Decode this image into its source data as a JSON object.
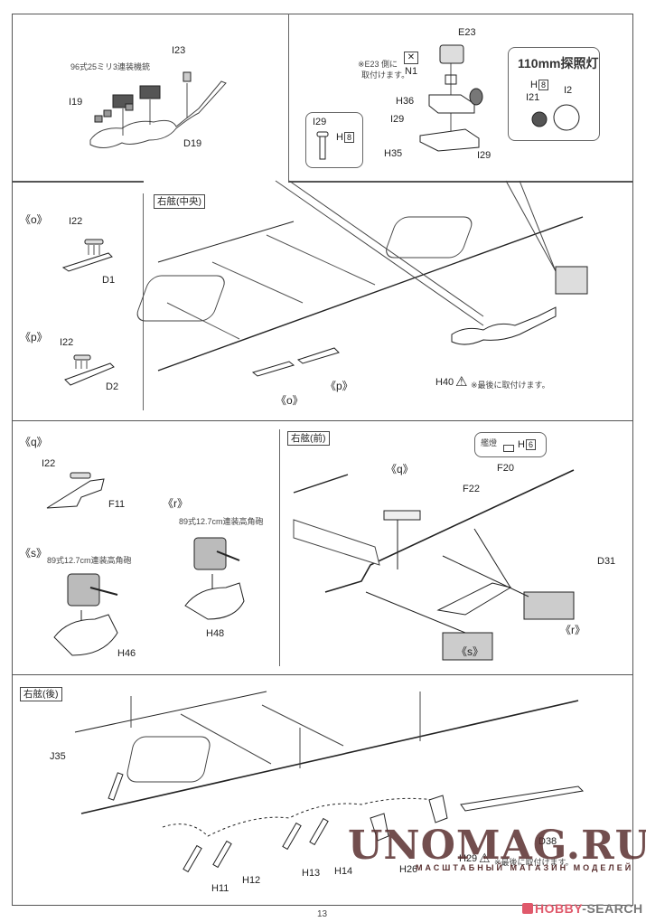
{
  "page": {
    "page_number": "13",
    "background": "#ffffff",
    "line_color": "#555555"
  },
  "top_left": {
    "gun_caption": "96式25ミリ3連装機銃",
    "parts": {
      "i23": "I23",
      "i19": "I19",
      "d19": "D19"
    }
  },
  "top_right": {
    "note_line1": "※E23 側に",
    "note_line2": "取付けます。",
    "parts": {
      "e23": "E23",
      "n1": "N1",
      "h36": "H36",
      "i29_a": "I29",
      "i29_b": "I29",
      "h35": "H35"
    },
    "inset_i29": {
      "part": "I29",
      "sprue": "H",
      "sprue_num": "8"
    },
    "searchlight": {
      "title": "110mm探照灯",
      "sprue": "H",
      "sprue_num": "8",
      "i21": "I21",
      "i2": "I2"
    }
  },
  "mid_section": {
    "step_o": "《o》",
    "step_p": "《p》",
    "o_parts": {
      "i22": "I22",
      "d1": "D1"
    },
    "p_parts": {
      "i22": "I22",
      "d2": "D2"
    },
    "view_tag": "右舷(中央)",
    "callout_o": "《o》",
    "callout_p": "《p》",
    "h40": "H40",
    "h40_note": "※最後に取付けます。"
  },
  "fore_section": {
    "step_q": "《q》",
    "q_parts": {
      "i22": "I22",
      "f11": "F11"
    },
    "step_r": "《r》",
    "r_caption": "89式12.7cm連装高角砲",
    "r_part": "H48",
    "step_s": "《s》",
    "s_caption": "89式12.7cm連装高角砲",
    "s_part": "H46",
    "view_tag": "右舷(前)",
    "ensign_box": {
      "label": "艦燈",
      "sprue": "H",
      "sprue_num": "6"
    },
    "callout_q": "《q》",
    "f20": "F20",
    "f22": "F22",
    "d31": "D31",
    "callout_r": "《r》",
    "callout_s": "《s》"
  },
  "aft_section": {
    "view_tag": "右舷(後)",
    "parts": {
      "j35": "J35",
      "h11": "H11",
      "h12": "H12",
      "h13": "H13",
      "h14": "H14",
      "h26": "H26",
      "h29": "H29",
      "d38": "D38"
    },
    "h29_note": "※最後に取付けます。"
  },
  "watermarks": {
    "unomag": "UNOMAG.RU",
    "unomag_sub": "МАСШТАБНЫЙ МАГАЗИН МОДЕЛЕЙ",
    "hobby_prefix": "HOBBY",
    "hobby_suffix": "-SEARCH",
    "hobby_color": "#e0596b",
    "search_color": "#777777",
    "unomag_color": "#5a3030"
  }
}
